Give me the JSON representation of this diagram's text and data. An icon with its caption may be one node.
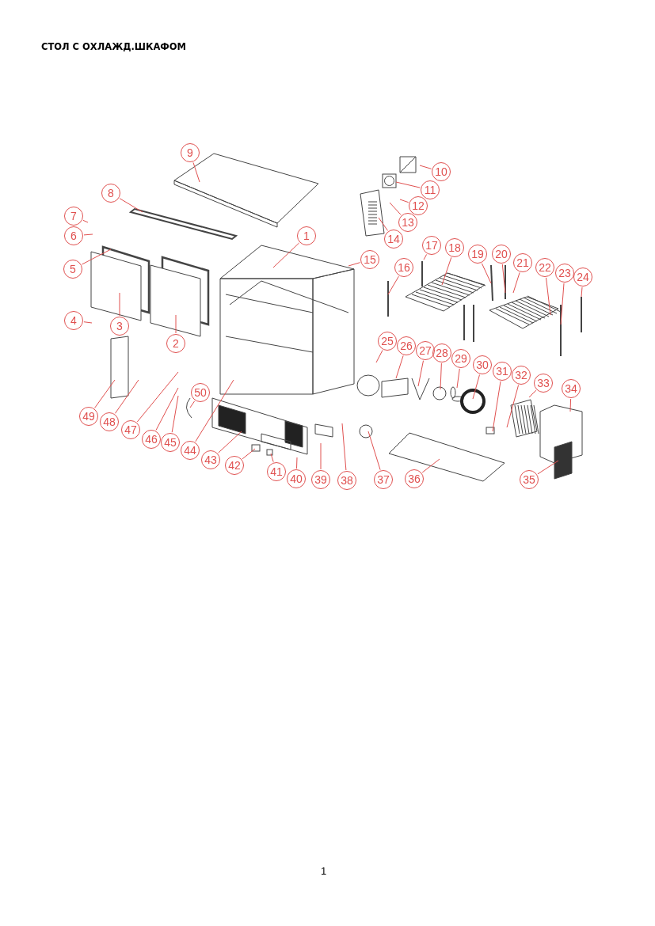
{
  "diagram": {
    "title": "СТОЛ С ОХЛАЖД.ШКАФОМ",
    "nodes": [
      {
        "text": [
          "1"
        ]
      },
      {
        "text": [
          "2"
        ]
      },
      {
        "text": [
          "3"
        ]
      },
      {
        "text": [
          "4"
        ]
      },
      {
        "text": [
          "5"
        ]
      },
      {
        "text": [
          "6"
        ]
      },
      {
        "text": [
          "7"
        ]
      },
      {
        "text": [
          "8"
        ]
      },
      {
        "text": [
          "9"
        ]
      },
      {
        "text": [
          "10"
        ]
      },
      {
        "text": [
          "11"
        ]
      },
      {
        "text": [
          "12"
        ]
      },
      {
        "text": [
          "13"
        ]
      },
      {
        "text": [
          "14"
        ]
      },
      {
        "text": [
          "15"
        ]
      },
      {
        "text": [
          "16"
        ]
      },
      {
        "text": [
          "17"
        ]
      },
      {
        "text": [
          "18"
        ]
      },
      {
        "text": [
          "19"
        ]
      },
      {
        "text": [
          "20"
        ]
      },
      {
        "text": [
          "21"
        ]
      },
      {
        "text": [
          "22"
        ]
      },
      {
        "text": [
          "23"
        ]
      },
      {
        "text": [
          "24"
        ]
      },
      {
        "text": [
          "25"
        ]
      },
      {
        "text": [
          "26"
        ]
      },
      {
        "text": [
          "27"
        ]
      },
      {
        "text": [
          "28"
        ]
      },
      {
        "text": [
          "29"
        ]
      },
      {
        "text": [
          "30"
        ]
      },
      {
        "text": [
          "31"
        ]
      },
      {
        "text": [
          "32"
        ]
      },
      {
        "text": [
          "33"
        ]
      },
      {
        "text": [
          "34"
        ]
      },
      {
        "text": [
          "35"
        ]
      },
      {
        "text": [
          "36"
        ]
      },
      {
        "text": [
          "37"
        ]
      },
      {
        "text": [
          "38"
        ]
      },
      {
        "text": [
          "39"
        ]
      },
      {
        "text": [
          "40"
        ]
      },
      {
        "text": [
          "41"
        ]
      },
      {
        "text": [
          "42"
        ]
      },
      {
        "text": [
          "43"
        ]
      },
      {
        "text": [
          "44"
        ]
      },
      {
        "text": [
          "45"
        ]
      },
      {
        "text": [
          "46"
        ]
      },
      {
        "text": [
          "47"
        ]
      },
      {
        "text": [
          "48"
        ]
      },
      {
        "text": [
          "49"
        ]
      },
      {
        "text": [
          "50"
        ]
      }
    ],
    "edges": [
      {
        "from": 0,
        "to": null,
        "arrow": "none"
      },
      {
        "from": 1,
        "to": null,
        "arrow": "none"
      },
      {
        "from": 2,
        "to": null,
        "arrow": "none"
      },
      {
        "from": 3,
        "to": null,
        "arrow": "none"
      },
      {
        "from": 4,
        "to": null,
        "arrow": "none"
      },
      {
        "from": 5,
        "to": null,
        "arrow": "none"
      },
      {
        "from": 6,
        "to": null,
        "arrow": "none"
      },
      {
        "from": 7,
        "to": null,
        "arrow": "none"
      },
      {
        "from": 8,
        "to": null,
        "arrow": "none"
      },
      {
        "from": 9,
        "to": null,
        "arrow": "none"
      },
      {
        "from": 10,
        "to": null,
        "arrow": "none"
      },
      {
        "from": 11,
        "to": null,
        "arrow": "none"
      },
      {
        "from": 12,
        "to": null,
        "arrow": "none"
      },
      {
        "from": 13,
        "to": null,
        "arrow": "none"
      },
      {
        "from": 14,
        "to": null,
        "arrow": "none"
      },
      {
        "from": 15,
        "to": null,
        "arrow": "none"
      },
      {
        "from": 16,
        "to": null,
        "arrow": "none"
      },
      {
        "from": 17,
        "to": null,
        "arrow": "none"
      },
      {
        "from": 18,
        "to": null,
        "arrow": "none"
      },
      {
        "from": 19,
        "to": null,
        "arrow": "none"
      },
      {
        "from": 20,
        "to": null,
        "arrow": "none"
      },
      {
        "from": 21,
        "to": null,
        "arrow": "none"
      },
      {
        "from": 22,
        "to": null,
        "arrow": "none"
      },
      {
        "from": 23,
        "to": null,
        "arrow": "none"
      },
      {
        "from": 24,
        "to": null,
        "arrow": "none"
      },
      {
        "from": 25,
        "to": null,
        "arrow": "none"
      },
      {
        "from": 26,
        "to": null,
        "arrow": "none"
      },
      {
        "from": 27,
        "to": null,
        "arrow": "none"
      },
      {
        "from": 28,
        "to": null,
        "arrow": "none"
      },
      {
        "from": 29,
        "to": null,
        "arrow": "none"
      },
      {
        "from": 30,
        "to": null,
        "arrow": "none"
      },
      {
        "from": 31,
        "to": null,
        "arrow": "none"
      },
      {
        "from": 32,
        "to": null,
        "arrow": "none"
      },
      {
        "from": 33,
        "to": null,
        "arrow": "none"
      },
      {
        "from": 34,
        "to": null,
        "arrow": "none"
      },
      {
        "from": 35,
        "to": null,
        "arrow": "none"
      },
      {
        "from": 36,
        "to": null,
        "arrow": "none"
      },
      {
        "from": 37,
        "to": null,
        "arrow": "none"
      },
      {
        "from": 38,
        "to": null,
        "arrow": "none"
      },
      {
        "from": 39,
        "to": null,
        "arrow": "none"
      },
      {
        "from": 40,
        "to": null,
        "arrow": "none"
      },
      {
        "from": 41,
        "to": null,
        "arrow": "none"
      },
      {
        "from": 42,
        "to": null,
        "arrow": "none"
      },
      {
        "from": 43,
        "to": null,
        "arrow": "none"
      },
      {
        "from": 44,
        "to": null,
        "arrow": "none"
      },
      {
        "from": 45,
        "to": null,
        "arrow": "none"
      },
      {
        "from": 46,
        "to": null,
        "arrow": "none"
      },
      {
        "from": 47,
        "to": null,
        "arrow": "none"
      },
      {
        "from": 48,
        "to": null,
        "arrow": "none"
      },
      {
        "from": 49,
        "to": null,
        "arrow": "none"
      }
    ],
    "labels": [
      "1"
    ]
  }
}
